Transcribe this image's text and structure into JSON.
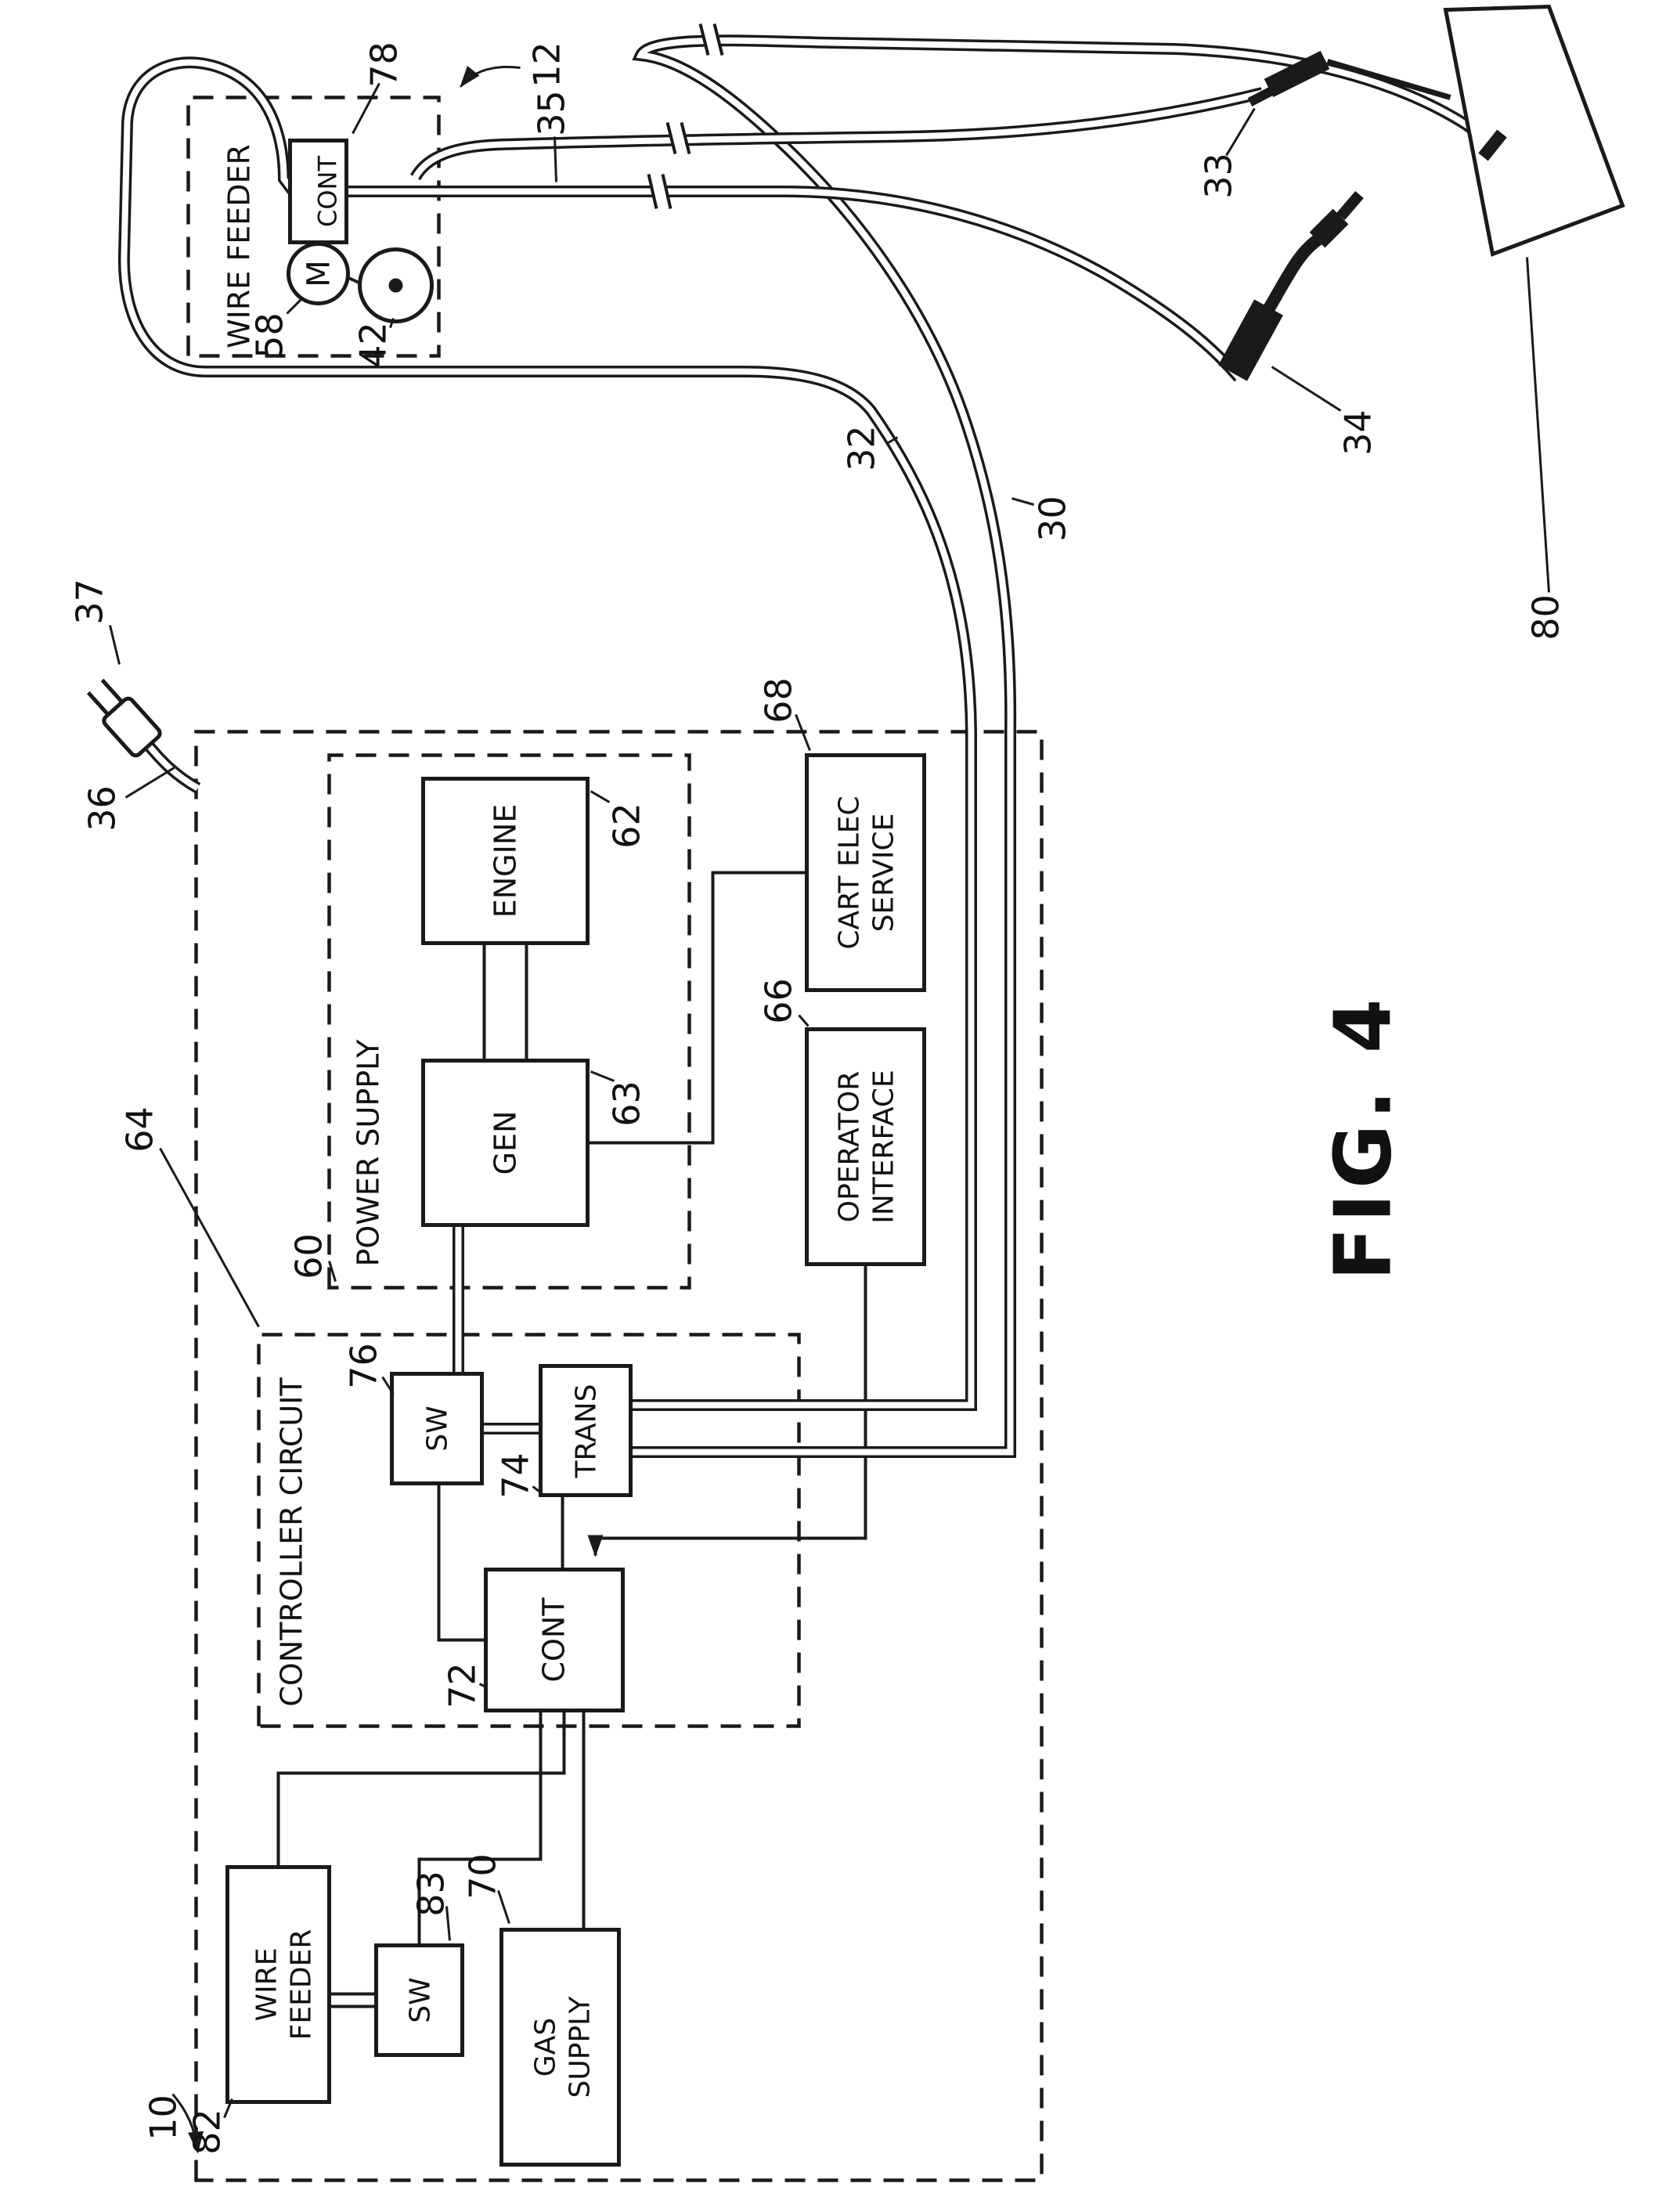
{
  "figure": {
    "caption": "FIG. 4"
  },
  "remote_wire_feeder": {
    "title": "WIRE FEEDER",
    "controller": "CONT",
    "motor": "M"
  },
  "power_supply": {
    "title": "POWER SUPPLY",
    "engine": "ENGINE",
    "generator": "GEN"
  },
  "controller_circuit": {
    "title": "CONTROLLER CIRCUIT",
    "switch": "SW",
    "transformer": "TRANS",
    "control": "CONT"
  },
  "operator_interface": {
    "line1": "OPERATOR",
    "line2": "INTERFACE"
  },
  "cart_elec_service": {
    "line1": "CART ELEC",
    "line2": "SERVICE"
  },
  "gas_supply": {
    "line1": "GAS",
    "line2": "SUPPLY"
  },
  "local_wire_feeder": {
    "line1": "WIRE",
    "line2": "FEEDER",
    "switch": "SW"
  },
  "refs": {
    "system": "10",
    "feeder": "12",
    "work_cable": "30",
    "weld_cable": "32",
    "electrode": "33",
    "torch": "34",
    "torch_cable": "35",
    "cord": "36",
    "plug": "37",
    "spool": "42",
    "motor": "58",
    "power_supply": "60",
    "engine": "62",
    "generator": "63",
    "controller": "64",
    "operator_interface": "66",
    "cart_service": "68",
    "gas": "70",
    "control": "72",
    "transformer": "74",
    "switch": "76",
    "feeder_control": "78",
    "workpiece": "80",
    "local_feeder": "82",
    "local_switch": "83"
  }
}
